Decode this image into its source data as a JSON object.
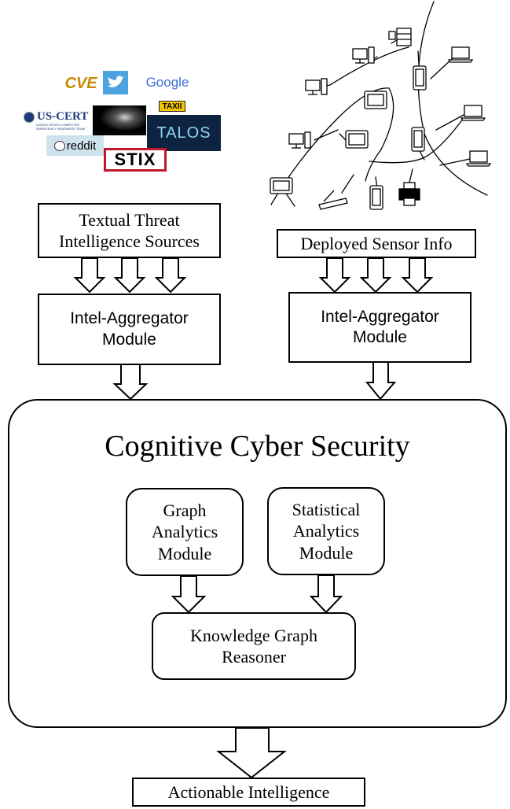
{
  "logos": {
    "cve": "CVE",
    "google": "Google",
    "uscert": "US-CERT",
    "uscert_sub": "UNITED STATES COMPUTER\nEMERGENCY READINESS TEAM",
    "taxii": "TAXII",
    "talos": "TALOS",
    "reddit": "reddit",
    "stix": "STIX"
  },
  "left_source": {
    "label": "Textual Threat\nIntelligence Sources"
  },
  "right_source": {
    "label": "Deployed Sensor Info"
  },
  "left_aggregator": {
    "label": "Intel-Aggregator\nModule"
  },
  "right_aggregator": {
    "label": "Intel-Aggregator\nModule"
  },
  "container": {
    "title": "Cognitive Cyber Security"
  },
  "graph_module": {
    "label": "Graph\nAnalytics\nModule"
  },
  "stat_module": {
    "label": "Statistical\nAnalytics\nModule"
  },
  "reasoner": {
    "label": "Knowledge Graph\nReasoner"
  },
  "output": {
    "label": "Actionable Intelligence"
  },
  "icons": [
    "desktop-icon",
    "laptop-icon",
    "tablet-icon",
    "phone-icon",
    "printer-icon",
    "scanner-icon",
    "server-icon"
  ]
}
